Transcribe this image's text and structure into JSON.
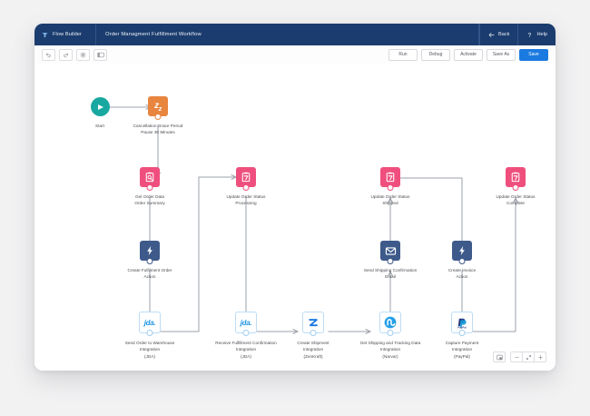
{
  "header": {
    "brand": "Flow Builder",
    "title": "Order Managment  Fulfillment Workflow",
    "back_label": "Back",
    "help_label": "Help",
    "bg_color": "#1b3c6e"
  },
  "toolbar": {
    "icons": [
      {
        "name": "undo-icon",
        "glyph": "↶"
      },
      {
        "name": "redo-icon",
        "glyph": "↷"
      },
      {
        "name": "settings-gear-icon",
        "glyph": "⚙"
      },
      {
        "name": "panel-toggle-icon",
        "glyph": "◱"
      }
    ],
    "buttons": [
      {
        "label": "Run",
        "primary": false
      },
      {
        "label": "Debug",
        "primary": false
      },
      {
        "label": "Activate",
        "primary": false
      },
      {
        "label": "Save As",
        "primary": false
      },
      {
        "label": "Save",
        "primary": true
      }
    ],
    "primary_color": "#1b7ae0"
  },
  "canvas": {
    "nodes": [
      {
        "id": "start",
        "kind": "start",
        "color": "#18a8a0",
        "icon": "play-icon",
        "lines": [
          "Start"
        ]
      },
      {
        "id": "pause",
        "kind": "pause",
        "color": "#e8853f",
        "icon": "sleep-zz-icon",
        "lines": [
          "Cancellation Grace Period",
          "Pause 30 Minutes"
        ]
      },
      {
        "id": "get-order",
        "kind": "record",
        "color": "#ef4f7d",
        "icon": "get-records-icon",
        "lines": [
          "Get Order Data",
          "Order Summary"
        ]
      },
      {
        "id": "upd-proc",
        "kind": "record",
        "color": "#ef4f7d",
        "icon": "update-records-icon",
        "lines": [
          "Update Order Status",
          "Processing"
        ]
      },
      {
        "id": "upd-ship",
        "kind": "record",
        "color": "#ef4f7d",
        "icon": "update-records-icon",
        "lines": [
          "Update Order Status",
          "Shipped"
        ]
      },
      {
        "id": "upd-comp",
        "kind": "record",
        "color": "#ef4f7d",
        "icon": "update-records-icon",
        "lines": [
          "Update Order Status",
          "Complete"
        ]
      },
      {
        "id": "create-ful",
        "kind": "action",
        "color": "#3d5a8a",
        "icon": "lightning-bolt-icon",
        "lines": [
          "Create Fulfilment Order",
          "Action"
        ]
      },
      {
        "id": "send-email",
        "kind": "action",
        "color": "#3d5a8a",
        "icon": "envelope-icon",
        "lines": [
          "Send Shipping Confirmation",
          "Email"
        ]
      },
      {
        "id": "create-inv",
        "kind": "action",
        "color": "#3d5a8a",
        "icon": "lightning-bolt-icon",
        "lines": [
          "Create Invoice",
          "Action"
        ]
      },
      {
        "id": "send-wh",
        "kind": "integration",
        "color": "#2196e6",
        "icon": "jda-logo-icon",
        "lines": [
          "Send Order to Warehouse",
          "Integration",
          "(JDA)"
        ]
      },
      {
        "id": "recv-conf",
        "kind": "integration",
        "color": "#2196e6",
        "icon": "jda-logo-icon",
        "lines": [
          "Receive Fulfillment Confirmation",
          "Integration",
          "(JDA)"
        ]
      },
      {
        "id": "create-ship",
        "kind": "integration",
        "color": "#1b7ae0",
        "icon": "zenkraft-logo-icon",
        "lines": [
          "Create Shipment",
          "Integration",
          "(ZenKraft)"
        ]
      },
      {
        "id": "get-track",
        "kind": "integration",
        "color": "#1b9de0",
        "icon": "narvar-logo-icon",
        "lines": [
          "Get Shipping and Tracking Data",
          "Integration",
          "(Narvar)"
        ]
      },
      {
        "id": "capture-pay",
        "kind": "integration",
        "color": "#253b80",
        "icon": "paypal-logo-icon",
        "lines": [
          "Capture Payment",
          "Integration",
          "(PayPal)"
        ]
      }
    ],
    "connector_color": "#9ba0a8",
    "zoom_controls": [
      {
        "name": "fit-to-screen-icon",
        "glyph": "⧉"
      },
      {
        "name": "zoom-out-icon",
        "glyph": "−"
      },
      {
        "name": "fullscreen-icon",
        "glyph": "⤢"
      },
      {
        "name": "zoom-in-icon",
        "glyph": "+"
      }
    ]
  }
}
